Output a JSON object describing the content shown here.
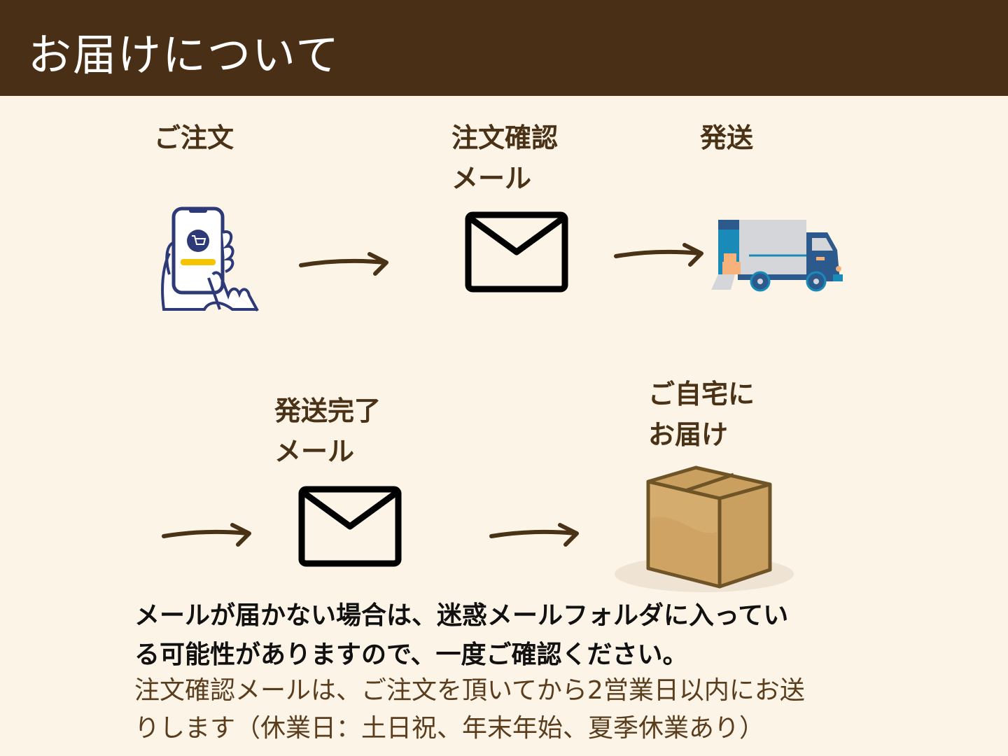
{
  "header": {
    "title": "お届けについて"
  },
  "colors": {
    "header_bg": "#482f16",
    "page_bg": "#fdf4e8",
    "label": "#4a3217",
    "arrow": "#4a3217"
  },
  "steps": [
    {
      "label": "ご注文",
      "icon": "smartphone-shopping-icon"
    },
    {
      "label": "注文確認\nメール",
      "label_lines": [
        "注文確認",
        "メール"
      ],
      "icon": "envelope-icon"
    },
    {
      "label": "発送",
      "icon": "delivery-truck-icon"
    },
    {
      "label": "発送完了\nメール",
      "label_lines": [
        "発送完了",
        "メール"
      ],
      "icon": "envelope-icon"
    },
    {
      "label": "ご自宅に\nお届け",
      "label_lines": [
        "ご自宅に",
        "お届け"
      ],
      "icon": "cardboard-box-icon"
    }
  ],
  "notes": {
    "spam_notice_lines": [
      "メールが届かない場合は、迷惑メールフォルダに入ってい",
      "る可能性がありますので、一度ご確認ください。"
    ],
    "shipping_notice_lines": [
      "注文確認メールは、ご注文を頂いてから2営業日以内にお送",
      "りします（休業日：土日祝、年末年始、夏季休業あり）"
    ]
  }
}
